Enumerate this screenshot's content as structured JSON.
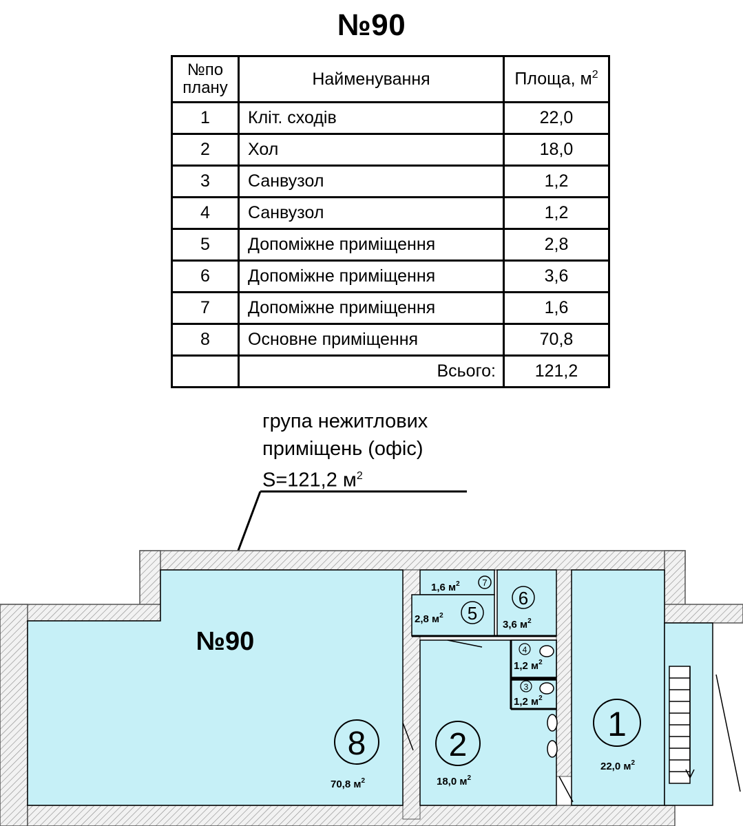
{
  "title": "№90",
  "table": {
    "headers": [
      "№по плану",
      "Найменування",
      "Площа, м2"
    ],
    "header_no_line1": "№по",
    "header_no_line2": "плану",
    "header_name": "Найменування",
    "header_area": "Площа, м",
    "header_area_sup": "2",
    "rows": [
      {
        "no": "1",
        "name": "Кліт. сходів",
        "area": "22,0"
      },
      {
        "no": "2",
        "name": "Хол",
        "area": "18,0"
      },
      {
        "no": "3",
        "name": "Санвузол",
        "area": "1,2"
      },
      {
        "no": "4",
        "name": "Санвузол",
        "area": "1,2"
      },
      {
        "no": "5",
        "name": "Допоміжне приміщення",
        "area": "2,8"
      },
      {
        "no": "6",
        "name": "Допоміжне приміщення",
        "area": "3,6"
      },
      {
        "no": "7",
        "name": "Допоміжне приміщення",
        "area": "1,6"
      },
      {
        "no": "8",
        "name": "Основне приміщення",
        "area": "70,8"
      }
    ],
    "total_label": "Всього:",
    "total_value": "121,2"
  },
  "caption": {
    "line1": "група нежитлових",
    "line2": "приміщень (офіс)",
    "line3": "S=121,2 м",
    "line3_sup": "2"
  },
  "plan": {
    "unit_label": "№90",
    "rooms": [
      {
        "id": "1",
        "area": "22,0 м",
        "sup": "2"
      },
      {
        "id": "2",
        "area": "18,0 м",
        "sup": "2"
      },
      {
        "id": "3",
        "area": "1,2 м",
        "sup": "2"
      },
      {
        "id": "4",
        "area": "1,2 м",
        "sup": "2"
      },
      {
        "id": "5",
        "area": "2,8 м",
        "sup": "2"
      },
      {
        "id": "6",
        "area": "3,6 м",
        "sup": "2"
      },
      {
        "id": "7",
        "area": "1,6 м",
        "sup": "2"
      },
      {
        "id": "8",
        "area": "70,8 м",
        "sup": "2"
      }
    ]
  },
  "colors": {
    "room_fill": "#c6f0f7",
    "wall_hatch": "#d9d9d9",
    "line": "#000000"
  }
}
